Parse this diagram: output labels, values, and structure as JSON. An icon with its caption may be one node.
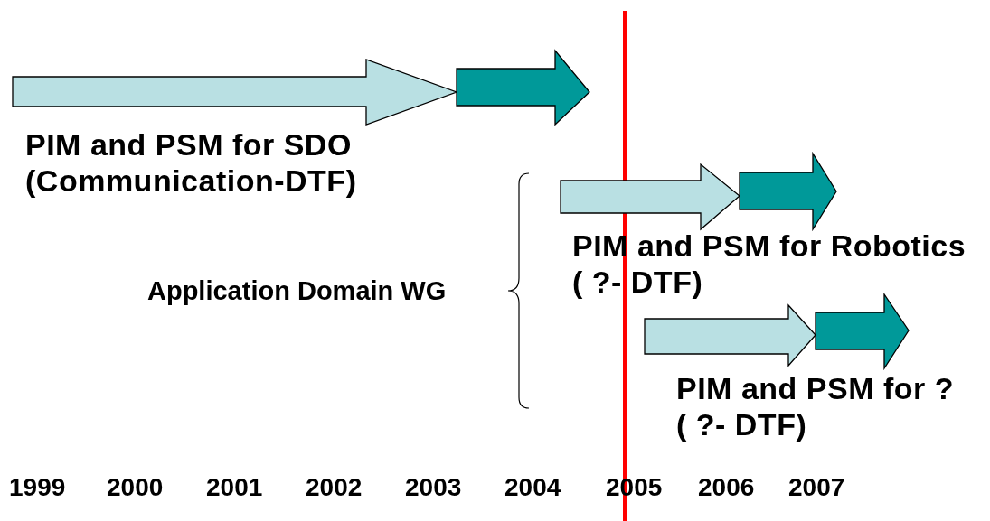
{
  "diagram": {
    "nodes": [
      {
        "text": [],
        "shape": "arrow",
        "beside": [
          "PIM and PSM for SDO (Communication-DTF)"
        ]
      },
      {
        "text": [],
        "shape": "arrow",
        "beside": [
          "PIM and PSM for Robotics ( ?- DTF)"
        ]
      },
      {
        "text": [],
        "shape": "arrow",
        "beside": [
          "PIM and PSM for ? ( ?- DTF)"
        ]
      }
    ],
    "edges": [],
    "labels": [
      "Application Domain WG",
      "1999",
      "2000",
      "2001",
      "2002",
      "2003",
      "2004",
      "2005",
      "2006",
      "2007"
    ]
  }
}
